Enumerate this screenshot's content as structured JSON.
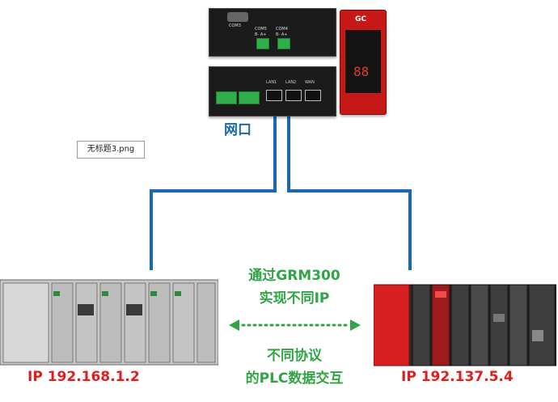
{
  "device": {
    "com3": "COM3",
    "com5": "COM5",
    "com4": "COM4",
    "ba1": "B-  A+",
    "ba2": "B-  A+",
    "lan1": "LAN1",
    "lan2": "LAN2",
    "wan": "WAN",
    "brand": "GC",
    "digits": "88"
  },
  "port_label": "网口",
  "file_note": "无标题3.png",
  "left_ip": "IP 192.168.1.2",
  "right_ip": "IP 192.137.5.4",
  "center_text": {
    "line1": "通过GRM300",
    "line2": "实现不同IP",
    "line3": "不同协议",
    "line4": "的PLC数据交互"
  },
  "colors": {
    "wire": "#1769b8",
    "port_label": "#1769b8",
    "ip_label": "#e01e1e",
    "center_text": "#2fa544",
    "arrow": "#2fa544"
  }
}
